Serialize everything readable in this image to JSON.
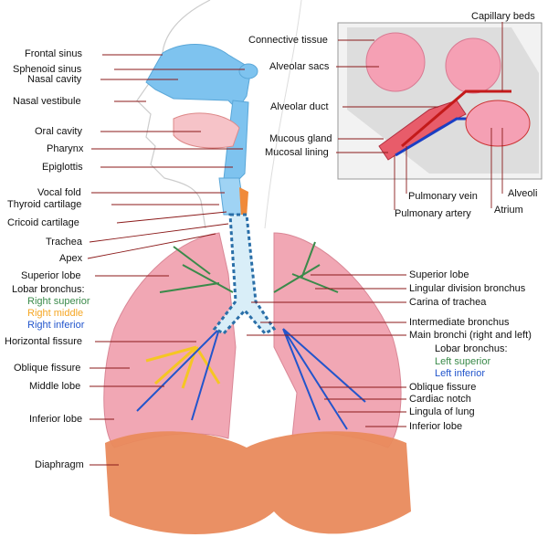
{
  "colors": {
    "leader": "#8b1a1a",
    "lung": "#f1a7b4",
    "bronchus_green": "#3a8a4a",
    "bronchus_orange": "#f5a623",
    "bronchus_blue": "#2255cc",
    "airway": "#7ec3ef",
    "diaphragm": "#e98a5c"
  },
  "left_labels": {
    "frontal_sinus": "Frontal sinus",
    "sphenoid_sinus": "Sphenoid sinus",
    "nasal_cavity": "Nasal cavity",
    "nasal_vestibule": "Nasal vestibule",
    "oral_cavity": "Oral cavity",
    "pharynx": "Pharynx",
    "epiglottis": "Epiglottis",
    "vocal_fold": "Vocal fold",
    "thyroid_cartilage": "Thyroid cartilage",
    "cricoid_cartilage": "Cricoid cartilage",
    "trachea": "Trachea",
    "apex": "Apex",
    "superior_lobe": "Superior lobe",
    "lobar_bronchus": "Lobar bronchus:",
    "right_superior": "Right superior",
    "right_middle": "Right middle",
    "right_inferior": "Right inferior",
    "horizontal_fissure": "Horizontal fissure",
    "oblique_fissure": "Oblique fissure",
    "middle_lobe": "Middle lobe",
    "inferior_lobe": "Inferior lobe",
    "diaphragm": "Diaphragm"
  },
  "right_labels": {
    "superior_lobe": "Superior lobe",
    "lingular_division_bronchus": "Lingular division bronchus",
    "carina": "Carina of trachea",
    "intermediate_bronchus": "Intermediate bronchus",
    "main_bronchi": "Main bronchi (right and left)",
    "lobar_bronchus": "Lobar bronchus:",
    "left_superior": "Left superior",
    "left_inferior": "Left inferior",
    "oblique_fissure": "Oblique fissure",
    "cardiac_notch": "Cardiac notch",
    "lingula": "Lingula of lung",
    "inferior_lobe": "Inferior lobe"
  },
  "inset_labels": {
    "capillary_beds": "Capillary beds",
    "connective_tissue": "Connective tissue",
    "alveolar_sacs": "Alveolar sacs",
    "alveolar_duct": "Alveolar duct",
    "mucous_gland": "Mucous gland",
    "mucosal_lining": "Mucosal lining",
    "pulmonary_vein": "Pulmonary vein",
    "pulmonary_artery": "Pulmonary artery",
    "alveoli": "Alveoli",
    "atrium": "Atrium"
  }
}
